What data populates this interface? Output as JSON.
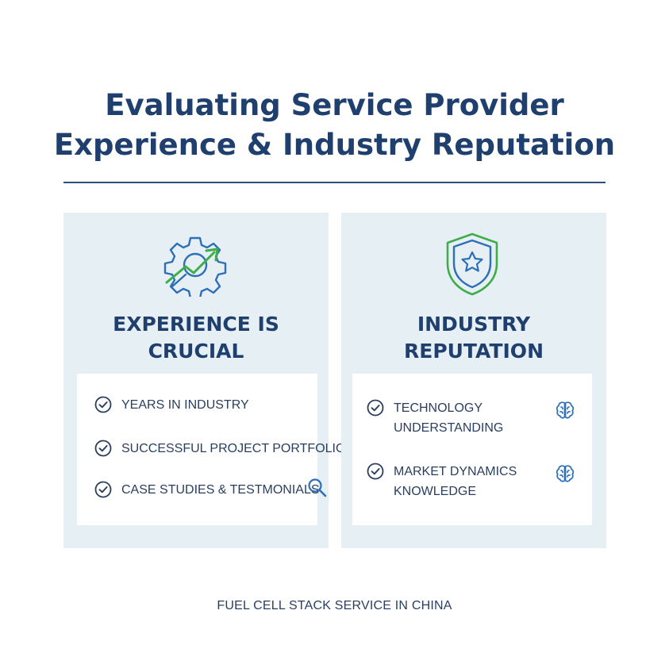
{
  "title": {
    "line1": "Evaluating Service Provider",
    "line2": "Experience & Industry Reputation"
  },
  "left_panel": {
    "icon": "gear-growth-icon",
    "heading_line1": "EXPERIENCE IS",
    "heading_line2": "CRUCIAL",
    "items": [
      {
        "label": "YEARS IN INDUSTRY"
      },
      {
        "label": "SUCCESSFUL PROJECT PORTFOLIO"
      },
      {
        "label": "CASE STUDIES & TESTMONIALS",
        "icon": "magnifier-icon"
      }
    ]
  },
  "right_panel": {
    "icon": "shield-star-icon",
    "heading_line1": "INDUSTRY",
    "heading_line2": "REPUTATION",
    "items": [
      {
        "line1": "TECHNOLOGY",
        "line2": "UNDERSTANDING",
        "icon": "brain-icon"
      },
      {
        "line1": "MARKET DYNAMICS",
        "line2": "KNOWLEDGE",
        "icon": "brain-icon"
      }
    ]
  },
  "footer": "FUEL CELL STACK SERVICE IN CHINA",
  "colors": {
    "title": "#1f3f6e",
    "panel_bg": "#e6eff4",
    "accent_green": "#3fae4a",
    "accent_blue": "#2d6fb8",
    "text": "#2a3f5f"
  }
}
